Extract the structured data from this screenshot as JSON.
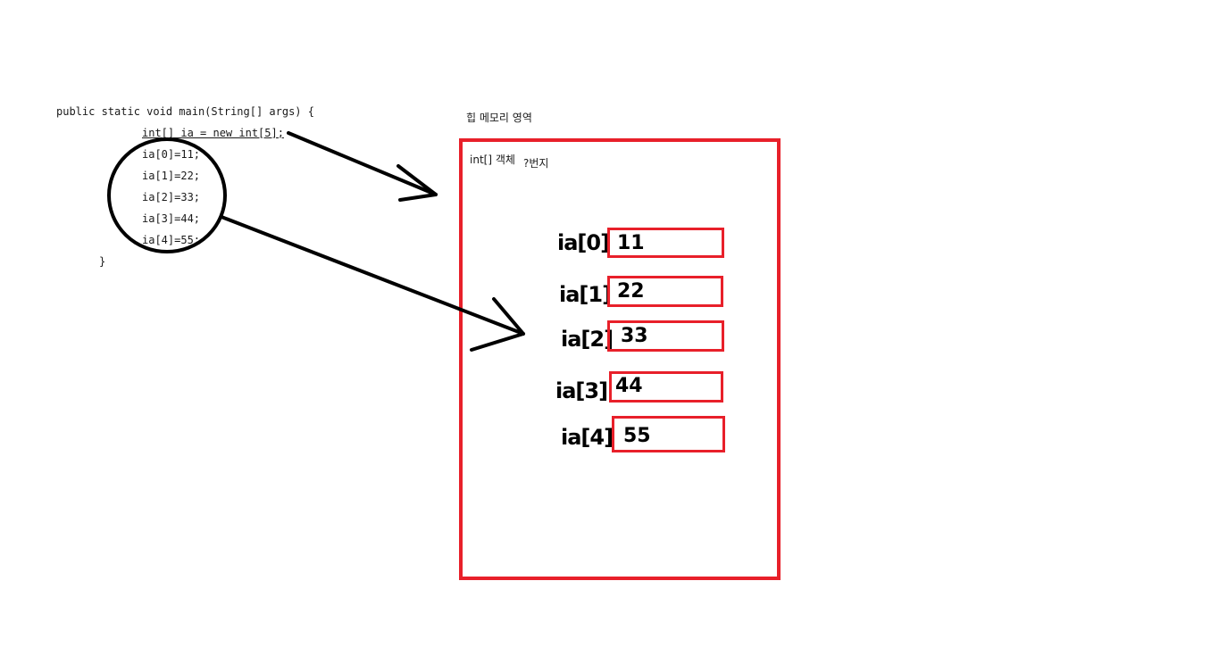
{
  "code": {
    "line1": "public static void main(String[] args) {",
    "line2": "int[] ia = new int[5];",
    "assignments": [
      "ia[0]=11;",
      "ia[1]=22;",
      "ia[2]=33;",
      "ia[3]=44;",
      "ia[4]=55;"
    ],
    "closing": "}"
  },
  "heap": {
    "title": "힙 메모리 영역",
    "object_label": "int[] 객체",
    "address_label": "?번지",
    "slots": [
      {
        "label": "ia[0]",
        "value": "11"
      },
      {
        "label": "ia[1]",
        "value": "22"
      },
      {
        "label": "ia[2]",
        "value": "33"
      },
      {
        "label": "ia[3]",
        "value": "44"
      },
      {
        "label": "ia[4]",
        "value": "55"
      }
    ]
  },
  "colors": {
    "box_red": "#e8202a",
    "ink": "#000000"
  }
}
